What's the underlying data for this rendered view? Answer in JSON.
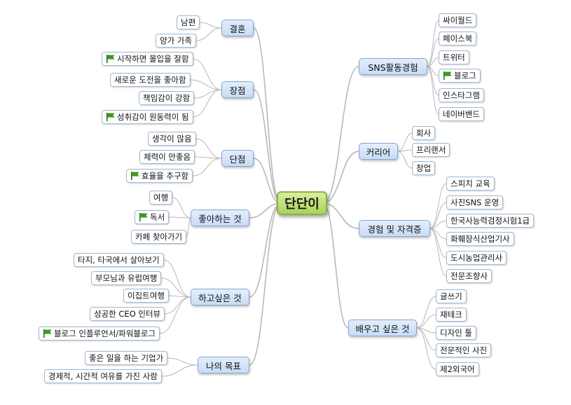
{
  "center": "단단이",
  "left": [
    {
      "label": "결혼",
      "items": [
        {
          "text": "남편",
          "flag": false
        },
        {
          "text": "양가 가족",
          "flag": false
        }
      ]
    },
    {
      "label": "장점",
      "items": [
        {
          "text": "시작하면 몰입을 잘함",
          "flag": true
        },
        {
          "text": "새로운 도전을 좋아함",
          "flag": false
        },
        {
          "text": "책임감이 강함",
          "flag": false
        },
        {
          "text": "성취감이 원동력이 됨",
          "flag": true
        }
      ]
    },
    {
      "label": "단점",
      "items": [
        {
          "text": "생각이 많음",
          "flag": false
        },
        {
          "text": "체력이 안좋음",
          "flag": false
        },
        {
          "text": "효율을 추구함",
          "flag": true
        }
      ]
    },
    {
      "label": "좋아하는 것",
      "items": [
        {
          "text": "여행",
          "flag": false
        },
        {
          "text": "독서",
          "flag": true
        },
        {
          "text": "카페 찾아가기",
          "flag": false
        }
      ]
    },
    {
      "label": "하고싶은 것",
      "items": [
        {
          "text": "타지, 타국에서 살아보기",
          "flag": false
        },
        {
          "text": "부모님과 유럽여행",
          "flag": false
        },
        {
          "text": "이집트여행",
          "flag": false
        },
        {
          "text": "성공한 CEO 인터뷰",
          "flag": false
        },
        {
          "text": "블로그 인플루언서/파워블로그",
          "flag": true
        }
      ]
    },
    {
      "label": "나의 목표",
      "items": [
        {
          "text": "좋은 일을 하는 기업가",
          "flag": false
        },
        {
          "text": "경제적, 시간적 여유를 가진 사람",
          "flag": false
        }
      ]
    }
  ],
  "right": [
    {
      "label": "SNS활동경험",
      "items": [
        {
          "text": "싸이월드",
          "flag": false
        },
        {
          "text": "페이스북",
          "flag": false
        },
        {
          "text": "트위터",
          "flag": false
        },
        {
          "text": "블로그",
          "flag": true
        },
        {
          "text": "인스타그램",
          "flag": false
        },
        {
          "text": "네이버밴드",
          "flag": false
        }
      ]
    },
    {
      "label": "커리어",
      "items": [
        {
          "text": "회사",
          "flag": false
        },
        {
          "text": "프리랜서",
          "flag": false
        },
        {
          "text": "창업",
          "flag": false
        }
      ]
    },
    {
      "label": "경험 및 자격증",
      "items": [
        {
          "text": "스피치 교육",
          "flag": false
        },
        {
          "text": "사진SNS 운영",
          "flag": false
        },
        {
          "text": "한국사능력검정시험1급",
          "flag": false
        },
        {
          "text": "화훼장식산업기사",
          "flag": false
        },
        {
          "text": "도시농업관리사",
          "flag": false
        },
        {
          "text": "전문조향사",
          "flag": false
        }
      ]
    },
    {
      "label": "배우고 싶은 것",
      "items": [
        {
          "text": "글쓰기",
          "flag": false
        },
        {
          "text": "재테크",
          "flag": false
        },
        {
          "text": "디자인 툴",
          "flag": false
        },
        {
          "text": "전문적인 사진",
          "flag": false
        },
        {
          "text": "제2외국어",
          "flag": false
        }
      ]
    }
  ],
  "colors": {
    "line": "#b8b8b8",
    "center": "#a9d35a",
    "branch": "#c8dcf6",
    "flag": "#3a9a1e"
  }
}
